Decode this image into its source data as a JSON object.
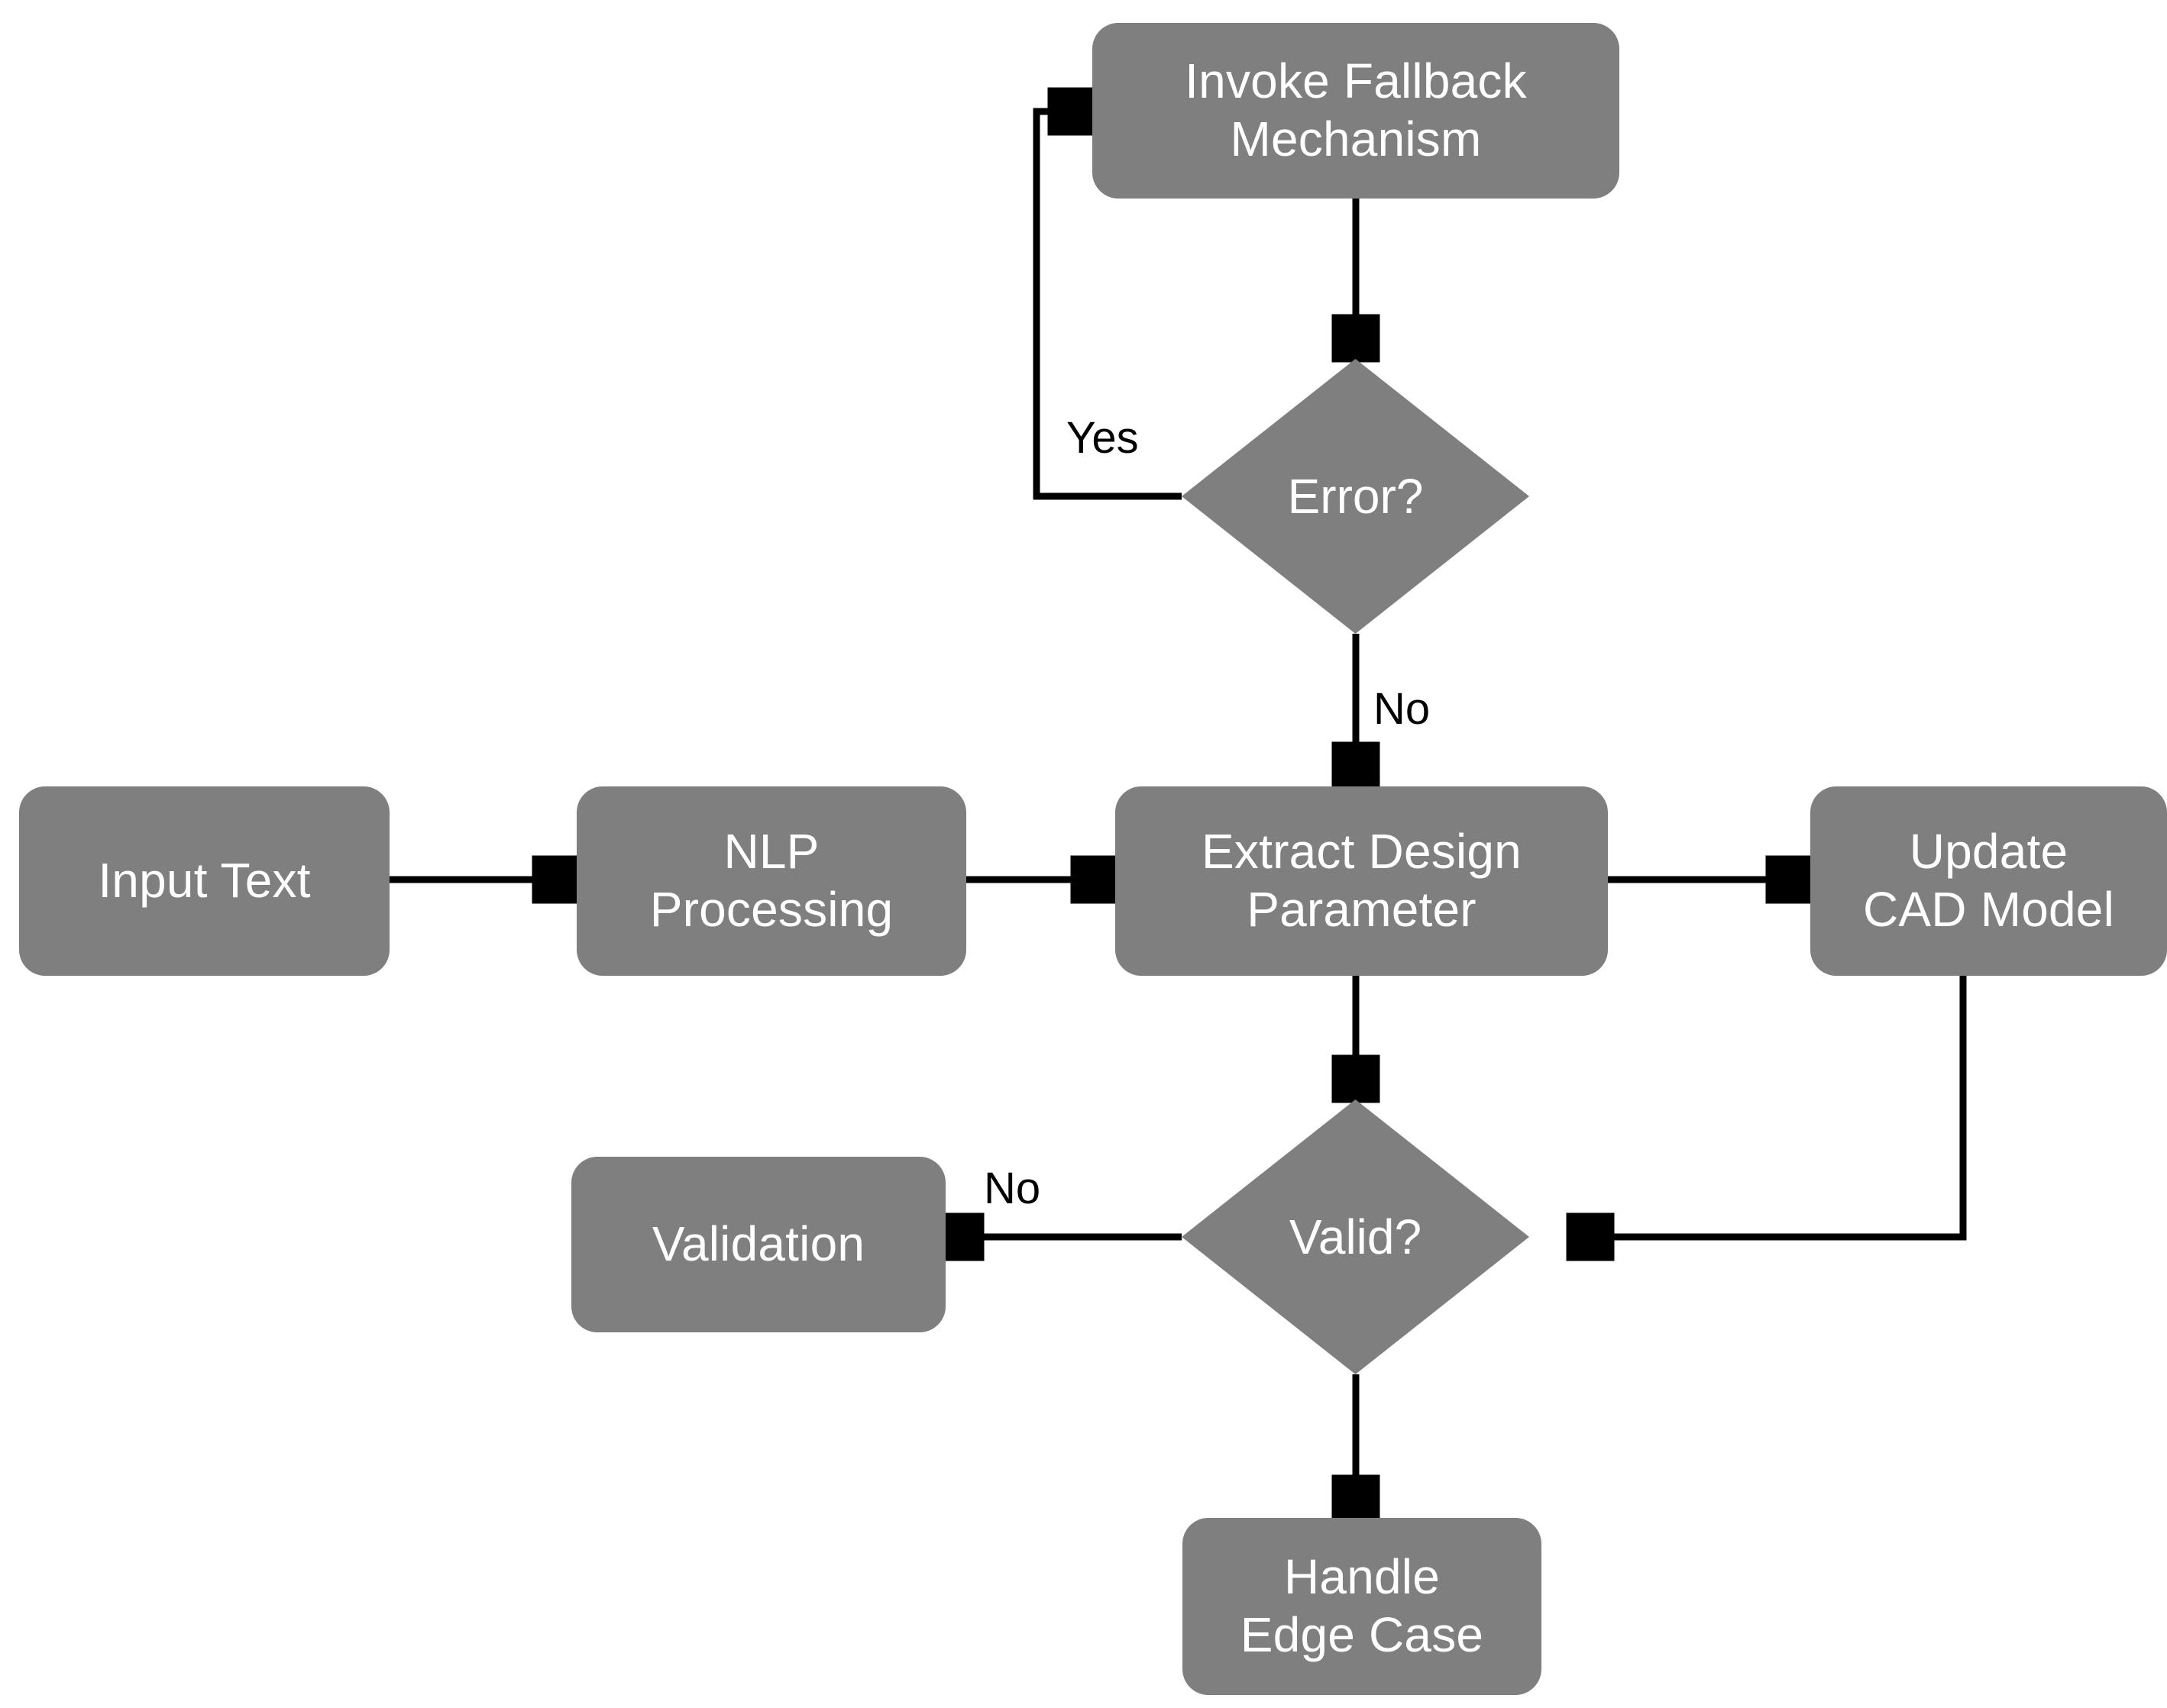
{
  "diagram": {
    "type": "flowchart",
    "title": "",
    "background_color": "#ffffff",
    "node_fill_color": "#7f7f7f",
    "node_text_color": "#ffffff",
    "edge_color": "#000000",
    "nodes": [
      {
        "id": "invoke_fallback",
        "shape": "rounded-rectangle",
        "label": "Invoke Fallback\nMechanism"
      },
      {
        "id": "error_decision",
        "shape": "diamond",
        "label": "Error?"
      },
      {
        "id": "input_text",
        "shape": "rounded-rectangle",
        "label": "Input Text"
      },
      {
        "id": "nlp_processing",
        "shape": "rounded-rectangle",
        "label": "NLP\nProcessing"
      },
      {
        "id": "extract_design_parameter",
        "shape": "rounded-rectangle",
        "label": "Extract Design\nParameter"
      },
      {
        "id": "update_cad_model",
        "shape": "rounded-rectangle",
        "label": "Update\nCAD Model"
      },
      {
        "id": "validation",
        "shape": "rounded-rectangle",
        "label": "Validation"
      },
      {
        "id": "valid_decision",
        "shape": "diamond",
        "label": "Valid?"
      },
      {
        "id": "handle_edge_case",
        "shape": "rounded-rectangle",
        "label": "Handle\nEdge Case"
      }
    ],
    "edges": [
      {
        "from": "input_text",
        "to": "nlp_processing",
        "label": ""
      },
      {
        "from": "nlp_processing",
        "to": "extract_design_parameter",
        "label": ""
      },
      {
        "from": "extract_design_parameter",
        "to": "update_cad_model",
        "label": ""
      },
      {
        "from": "extract_design_parameter",
        "to": "valid_decision",
        "label": ""
      },
      {
        "from": "update_cad_model",
        "to": "valid_decision",
        "label": ""
      },
      {
        "from": "valid_decision",
        "to": "validation",
        "label": "No"
      },
      {
        "from": "valid_decision",
        "to": "handle_edge_case",
        "label": ""
      },
      {
        "from": "error_decision",
        "to": "invoke_fallback",
        "label": "Yes"
      },
      {
        "from": "error_decision",
        "to": "extract_design_parameter",
        "label": "No"
      },
      {
        "from": "invoke_fallback",
        "to": "error_decision",
        "label": ""
      }
    ],
    "edge_labels": {
      "error_yes": "Yes",
      "error_no": "No",
      "valid_no": "No"
    }
  }
}
